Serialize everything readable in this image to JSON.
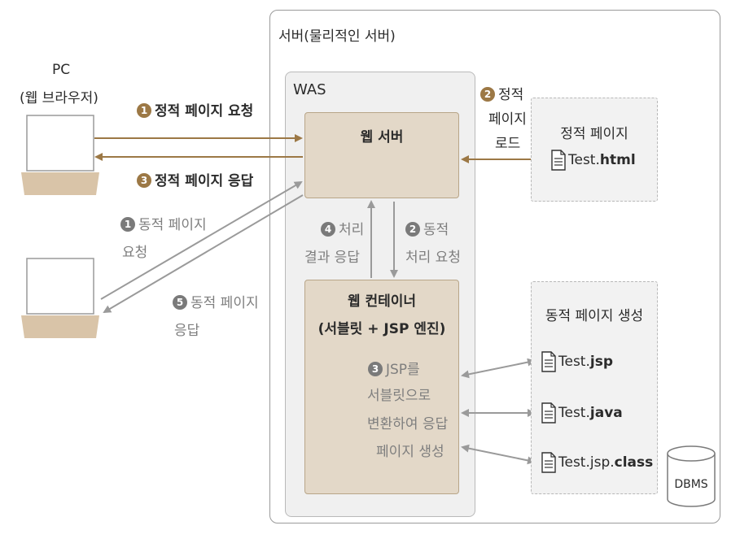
{
  "server_title": "서버(물리적인 서버)",
  "was_label": "WAS",
  "pc_label": "PC",
  "pc_sublabel": "(웹 브라우저)",
  "web_server_label": "웹 서버",
  "web_container_label": "웹 컨테이너",
  "web_container_sub": "(서블릿 + JSP 엔진)",
  "static_request": {
    "num": "1",
    "text": "정적 페이지 요청"
  },
  "static_response": {
    "num": "3",
    "text": "정적 페이지 응답"
  },
  "static_load": {
    "num": "2",
    "line1": "정적",
    "line2": "페이지",
    "line3": "로드"
  },
  "dynamic_request": {
    "num": "1",
    "line1": "동적 페이지",
    "line2": "요청"
  },
  "dynamic_response": {
    "num": "5",
    "line1": "동적 페이지",
    "line2": "응답"
  },
  "process_response": {
    "num": "4",
    "line1": "처리",
    "line2": "결과 응답"
  },
  "dynamic_process": {
    "num": "2",
    "line1": "동적",
    "line2": "처리 요청"
  },
  "jsp_convert": {
    "num": "3",
    "line1": "JSP를",
    "line2": "서블릿으로",
    "line3": "변환하여 응답",
    "line4": "페이지 생성"
  },
  "static_page_box": {
    "title": "정적 페이지",
    "file_base": "Test.",
    "file_ext": "html"
  },
  "dynamic_page_box": {
    "title": "동적 페이지 생성",
    "files": [
      {
        "base": "Test.",
        "ext": "jsp"
      },
      {
        "base": "Test.",
        "ext": "java"
      },
      {
        "base": "Test.jsp.",
        "ext": "class"
      }
    ]
  },
  "dbms_label": "DBMS",
  "colors": {
    "brown": "#9c7845",
    "gray_arrow": "#9a9a9a",
    "box_fill": "#e3d8c8"
  }
}
